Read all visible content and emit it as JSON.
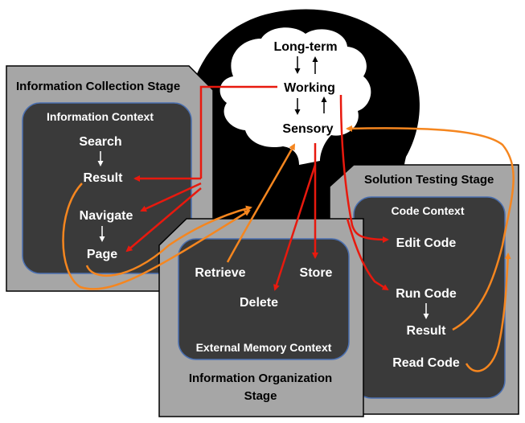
{
  "colors": {
    "stage_fill": "#a6a6a6",
    "context_fill": "#3a3a3a",
    "context_border": "#4a6fb0",
    "red_arrow": "#e8190e",
    "orange_arrow": "#f5861f",
    "head": "#000000",
    "brain": "#ffffff"
  },
  "memory": {
    "long_term": "Long-term",
    "working": "Working",
    "sensory": "Sensory"
  },
  "stages": {
    "collection": {
      "title": "Information Collection Stage",
      "context_title": "Information Context",
      "nodes": {
        "search": "Search",
        "result": "Result",
        "navigate": "Navigate",
        "page": "Page"
      }
    },
    "organization": {
      "title_line1": "Information Organization",
      "title_line2": "Stage",
      "context_title": "External Memory Context",
      "nodes": {
        "retrieve": "Retrieve",
        "store": "Store",
        "delete": "Delete"
      }
    },
    "testing": {
      "title": "Solution Testing Stage",
      "context_title": "Code Context",
      "nodes": {
        "edit_code": "Edit Code",
        "run_code": "Run Code",
        "result": "Result",
        "read_code": "Read Code"
      }
    }
  },
  "icons": [
    "head-silhouette-icon",
    "brain-icon"
  ]
}
